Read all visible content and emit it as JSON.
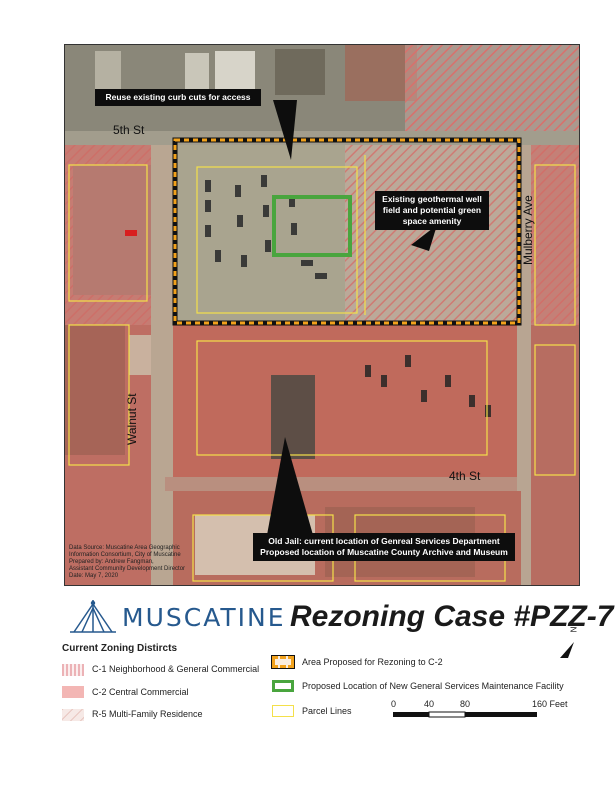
{
  "map": {
    "callouts": {
      "curb_cuts": "Reuse existing curb cuts for access",
      "geothermal": "Existing geothermal well field and potential green space amenity",
      "old_jail_line1": "Old Jail: current location of Genreal Services Department",
      "old_jail_line2": "Proposed location of  Muscatine County Archive and Museum"
    },
    "streets": {
      "fifth": "5th St",
      "fourth": "4th St",
      "walnut": "Walnut St",
      "mulberry": "Mulberry Ave"
    },
    "data_source": [
      "Data Source: Muscatine Area Geographic",
      "Information Consortium, City of Muscatine",
      "Prepared by: Andrew Fangman,",
      "Assistant Community Development Director",
      "Date: May 7, 2020"
    ]
  },
  "header": {
    "logo_text": "MUSCATINE",
    "title": "Rezoning Case #PZZ-7",
    "north_label": "N"
  },
  "legend": {
    "title": "Current Zoning Distircts",
    "items": [
      {
        "label": "C-1 Neighborhood & General Commercial",
        "style": "hatch-light"
      },
      {
        "label": "C-2 Central Commercial",
        "style": "pink"
      },
      {
        "label": "R-5 Multi-Family Residence",
        "style": "hatch-faint"
      },
      {
        "label": "Area Proposed for Rezoning to C-2",
        "style": "dash-border"
      },
      {
        "label": "Proposed Location of New General Services Maintenance Facility",
        "style": "green-border"
      },
      {
        "label": "Parcel Lines",
        "style": "yellow-border"
      }
    ]
  },
  "scale_bar": {
    "ticks": [
      "0",
      "40",
      "80",
      "160 Feet"
    ]
  },
  "colors": {
    "c2_red": "#d8726c",
    "proposed_border": "#f2a21c",
    "facility_green": "#49a53e",
    "parcel_yellow": "#f4e04a",
    "logo_blue": "#26598e"
  }
}
